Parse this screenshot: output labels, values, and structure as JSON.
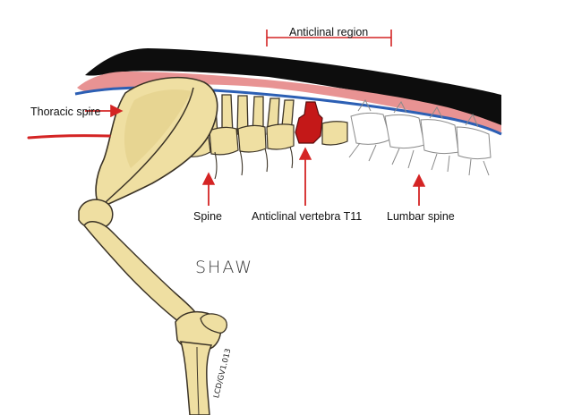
{
  "labels": {
    "region": "Anticlinal region",
    "thoracic": "Thoracic spire",
    "spine": "Spine",
    "anticlinal": "Anticlinal vertebra T11",
    "lumbar": "Lumbar spine"
  },
  "handwriting": "SHAW",
  "signature": "LCD/GV1.013",
  "colors": {
    "arrow": "#d42424",
    "bone": "#efdfa2",
    "bone_outline": "#3b3326",
    "skin": "#0d0d0d",
    "fat": "#e89393",
    "fascia": "#2c5fb4",
    "highlight_vertebra": "#c41818",
    "lumbar_sketch": "#ffffff"
  }
}
